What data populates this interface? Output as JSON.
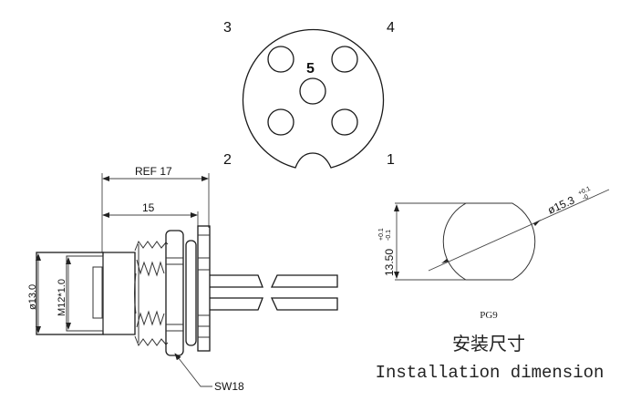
{
  "pin_diagram": {
    "pins": [
      {
        "label": "1"
      },
      {
        "label": "2"
      },
      {
        "label": "3"
      },
      {
        "label": "4"
      },
      {
        "label": "5"
      }
    ]
  },
  "side_view": {
    "ref_length": "REF 17",
    "length": "15",
    "outer_diameter": "ø13.0",
    "thread": "M12*1.0",
    "wrench_size": "SW18"
  },
  "cutout": {
    "height_dim": "13.50",
    "height_tol_upper": "+0.1",
    "height_tol_lower": "-0.1",
    "diameter_dim": "ø15.3",
    "diameter_tol_upper": "+0.1",
    "diameter_tol_lower": "-0",
    "gland": "PG9",
    "title_cn": "安装尺寸",
    "title_en": "Installation dimension"
  },
  "colors": {
    "line": "#1a1a1a",
    "background": "#ffffff"
  }
}
